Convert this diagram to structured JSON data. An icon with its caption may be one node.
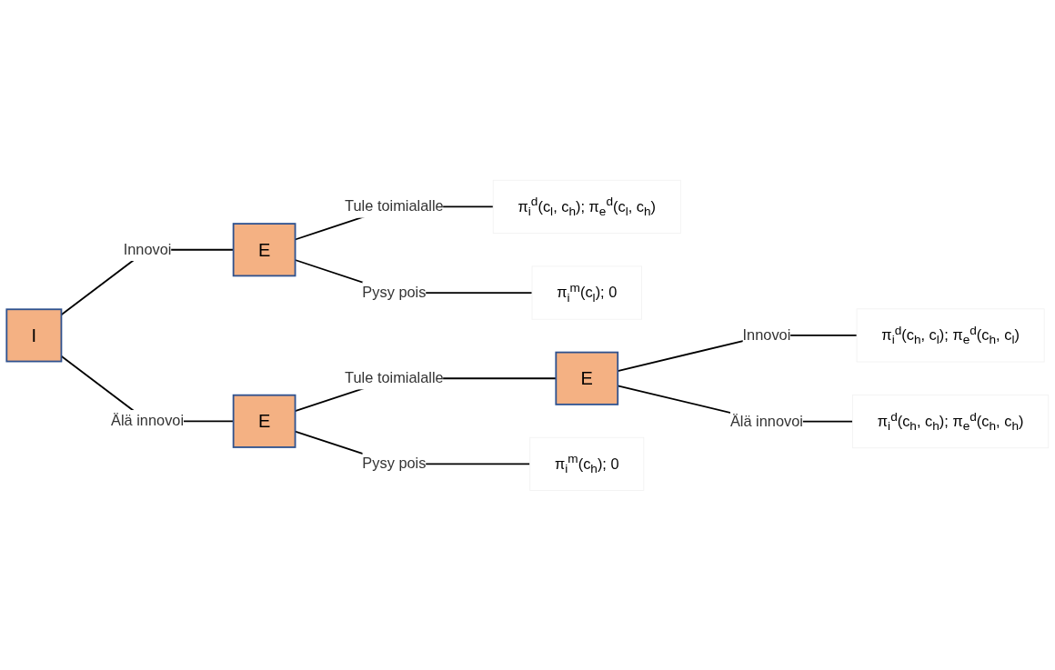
{
  "diagram": {
    "nodes": [
      {
        "text": [
          "I"
        ]
      },
      {
        "text": [
          "E"
        ]
      },
      {
        "text": [
          "π$_{i}$$^{d}$(c$_{l}$, c$_{h}$); π$_{e}$$^{d}$(c$_{l}$, c$_{h}$)"
        ]
      },
      {
        "text": [
          "π$_{i}$$^{m}$(c$_{l}$); 0"
        ]
      },
      {
        "text": [
          "E"
        ]
      },
      {
        "text": [
          "E"
        ]
      },
      {
        "text": [
          "π$_{i}$$^{d}$(c$_{h}$, c$_{l}$); π$_{e}$$^{d}$(c$_{h}$, c$_{l}$)"
        ]
      },
      {
        "text": [
          "π$_{i}$$^{d}$(c$_{h}$, c$_{h}$); π$_{e}$$^{d}$(c$_{h}$, c$_{h}$)"
        ]
      },
      {
        "text": [
          "π$_{i}$$^{m}$(c$_{h}$); 0"
        ]
      }
    ],
    "edges": [
      {
        "from": 0,
        "to": 1,
        "arrow": "none",
        "label": "Innovoi"
      },
      {
        "from": 0,
        "to": 4,
        "arrow": "none",
        "label": "Älä innovoi"
      },
      {
        "from": 1,
        "to": 2,
        "arrow": "none",
        "label": "Tule toimialalle"
      },
      {
        "from": 1,
        "to": 3,
        "arrow": "none",
        "label": "Pysy pois"
      },
      {
        "from": 4,
        "to": 5,
        "arrow": "none",
        "label": "Tule toimialalle"
      },
      {
        "from": 4,
        "to": 8,
        "arrow": "none",
        "label": "Pysy pois"
      },
      {
        "from": 5,
        "to": 6,
        "arrow": "none",
        "label": "Innovoi"
      },
      {
        "from": 5,
        "to": 7,
        "arrow": "none",
        "label": "Älä innovoi"
      }
    ]
  }
}
